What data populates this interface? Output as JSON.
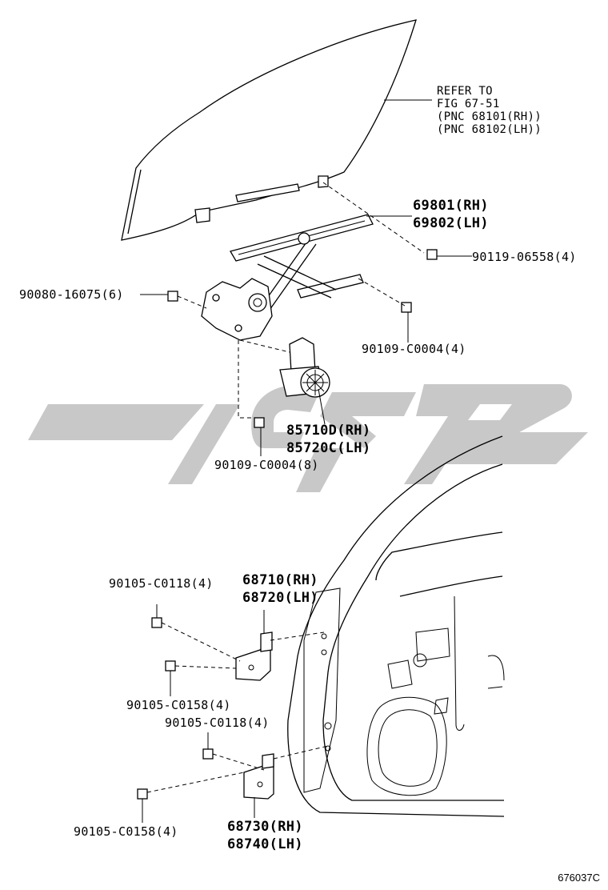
{
  "refer_note": [
    "REFER TO",
    "FIG 67-51",
    "(PNC 68101(RH))",
    "(PNC 68102(LH))"
  ],
  "callouts": {
    "regulator": [
      "69801(RH)",
      "69802(LH)"
    ],
    "bolt_regulator": "90119-06558(4)",
    "bolt_left": "90080-16075(6)",
    "bolt_right": "90109-C0004(4)",
    "motor": [
      "85710D(RH)",
      "85720C(LH)"
    ],
    "bolt_motor": "90109-C0004(8)",
    "upper_hinge": [
      "68710(RH)",
      "68720(LH)"
    ],
    "upper_bolt_a": "90105-C0118(4)",
    "upper_bolt_b": "90105-C0158(4)",
    "lower_bolt_a": "90105-C0118(4)",
    "lower_bolt_b": "90105-C0158(4)",
    "lower_hinge": [
      "68730(RH)",
      "68740(LH)"
    ]
  },
  "figure_code": "676037C",
  "colors": {
    "line": "#000000",
    "watermark": "#c8c8c8"
  }
}
